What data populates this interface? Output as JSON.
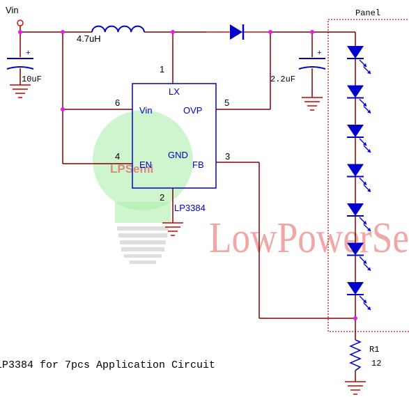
{
  "colors": {
    "wire_dark": "#800000",
    "wire_red": "#d01010",
    "component_blue": "#0000cc",
    "node_magenta": "#e020e0",
    "ground_red": "#cc0000",
    "panel_border": "#e03030",
    "watermark_green": "#a0e8a0",
    "watermark_red": "#e06060",
    "text": "#000000"
  },
  "labels": {
    "vin": "Vin",
    "panel": "Panel",
    "inductor": "4.7uH",
    "cap_in": "10uF",
    "cap_out": "2.2uF",
    "resistor_name": "R1",
    "resistor_value": "12",
    "caption": "LP3384 for 7pcs Application Circuit",
    "plus": "+"
  },
  "ic": {
    "part": "LP3384",
    "pins": {
      "lx": {
        "num": "1",
        "name": "LX"
      },
      "gnd": {
        "num": "2",
        "name": "GND"
      },
      "fb": {
        "num": "3",
        "name": "FB"
      },
      "en": {
        "num": "4",
        "name": "EN"
      },
      "ovp": {
        "num": "5",
        "name": "OVP"
      },
      "vin": {
        "num": "6",
        "name": "Vin"
      }
    }
  },
  "watermark": {
    "text": "LowPowerSe",
    "bulb_text": "LPSemi"
  },
  "led_count": 7,
  "icons": [
    "ground-icon",
    "capacitor-icon",
    "inductor-icon",
    "diode-icon",
    "led-icon",
    "resistor-icon",
    "power-terminal-icon"
  ]
}
